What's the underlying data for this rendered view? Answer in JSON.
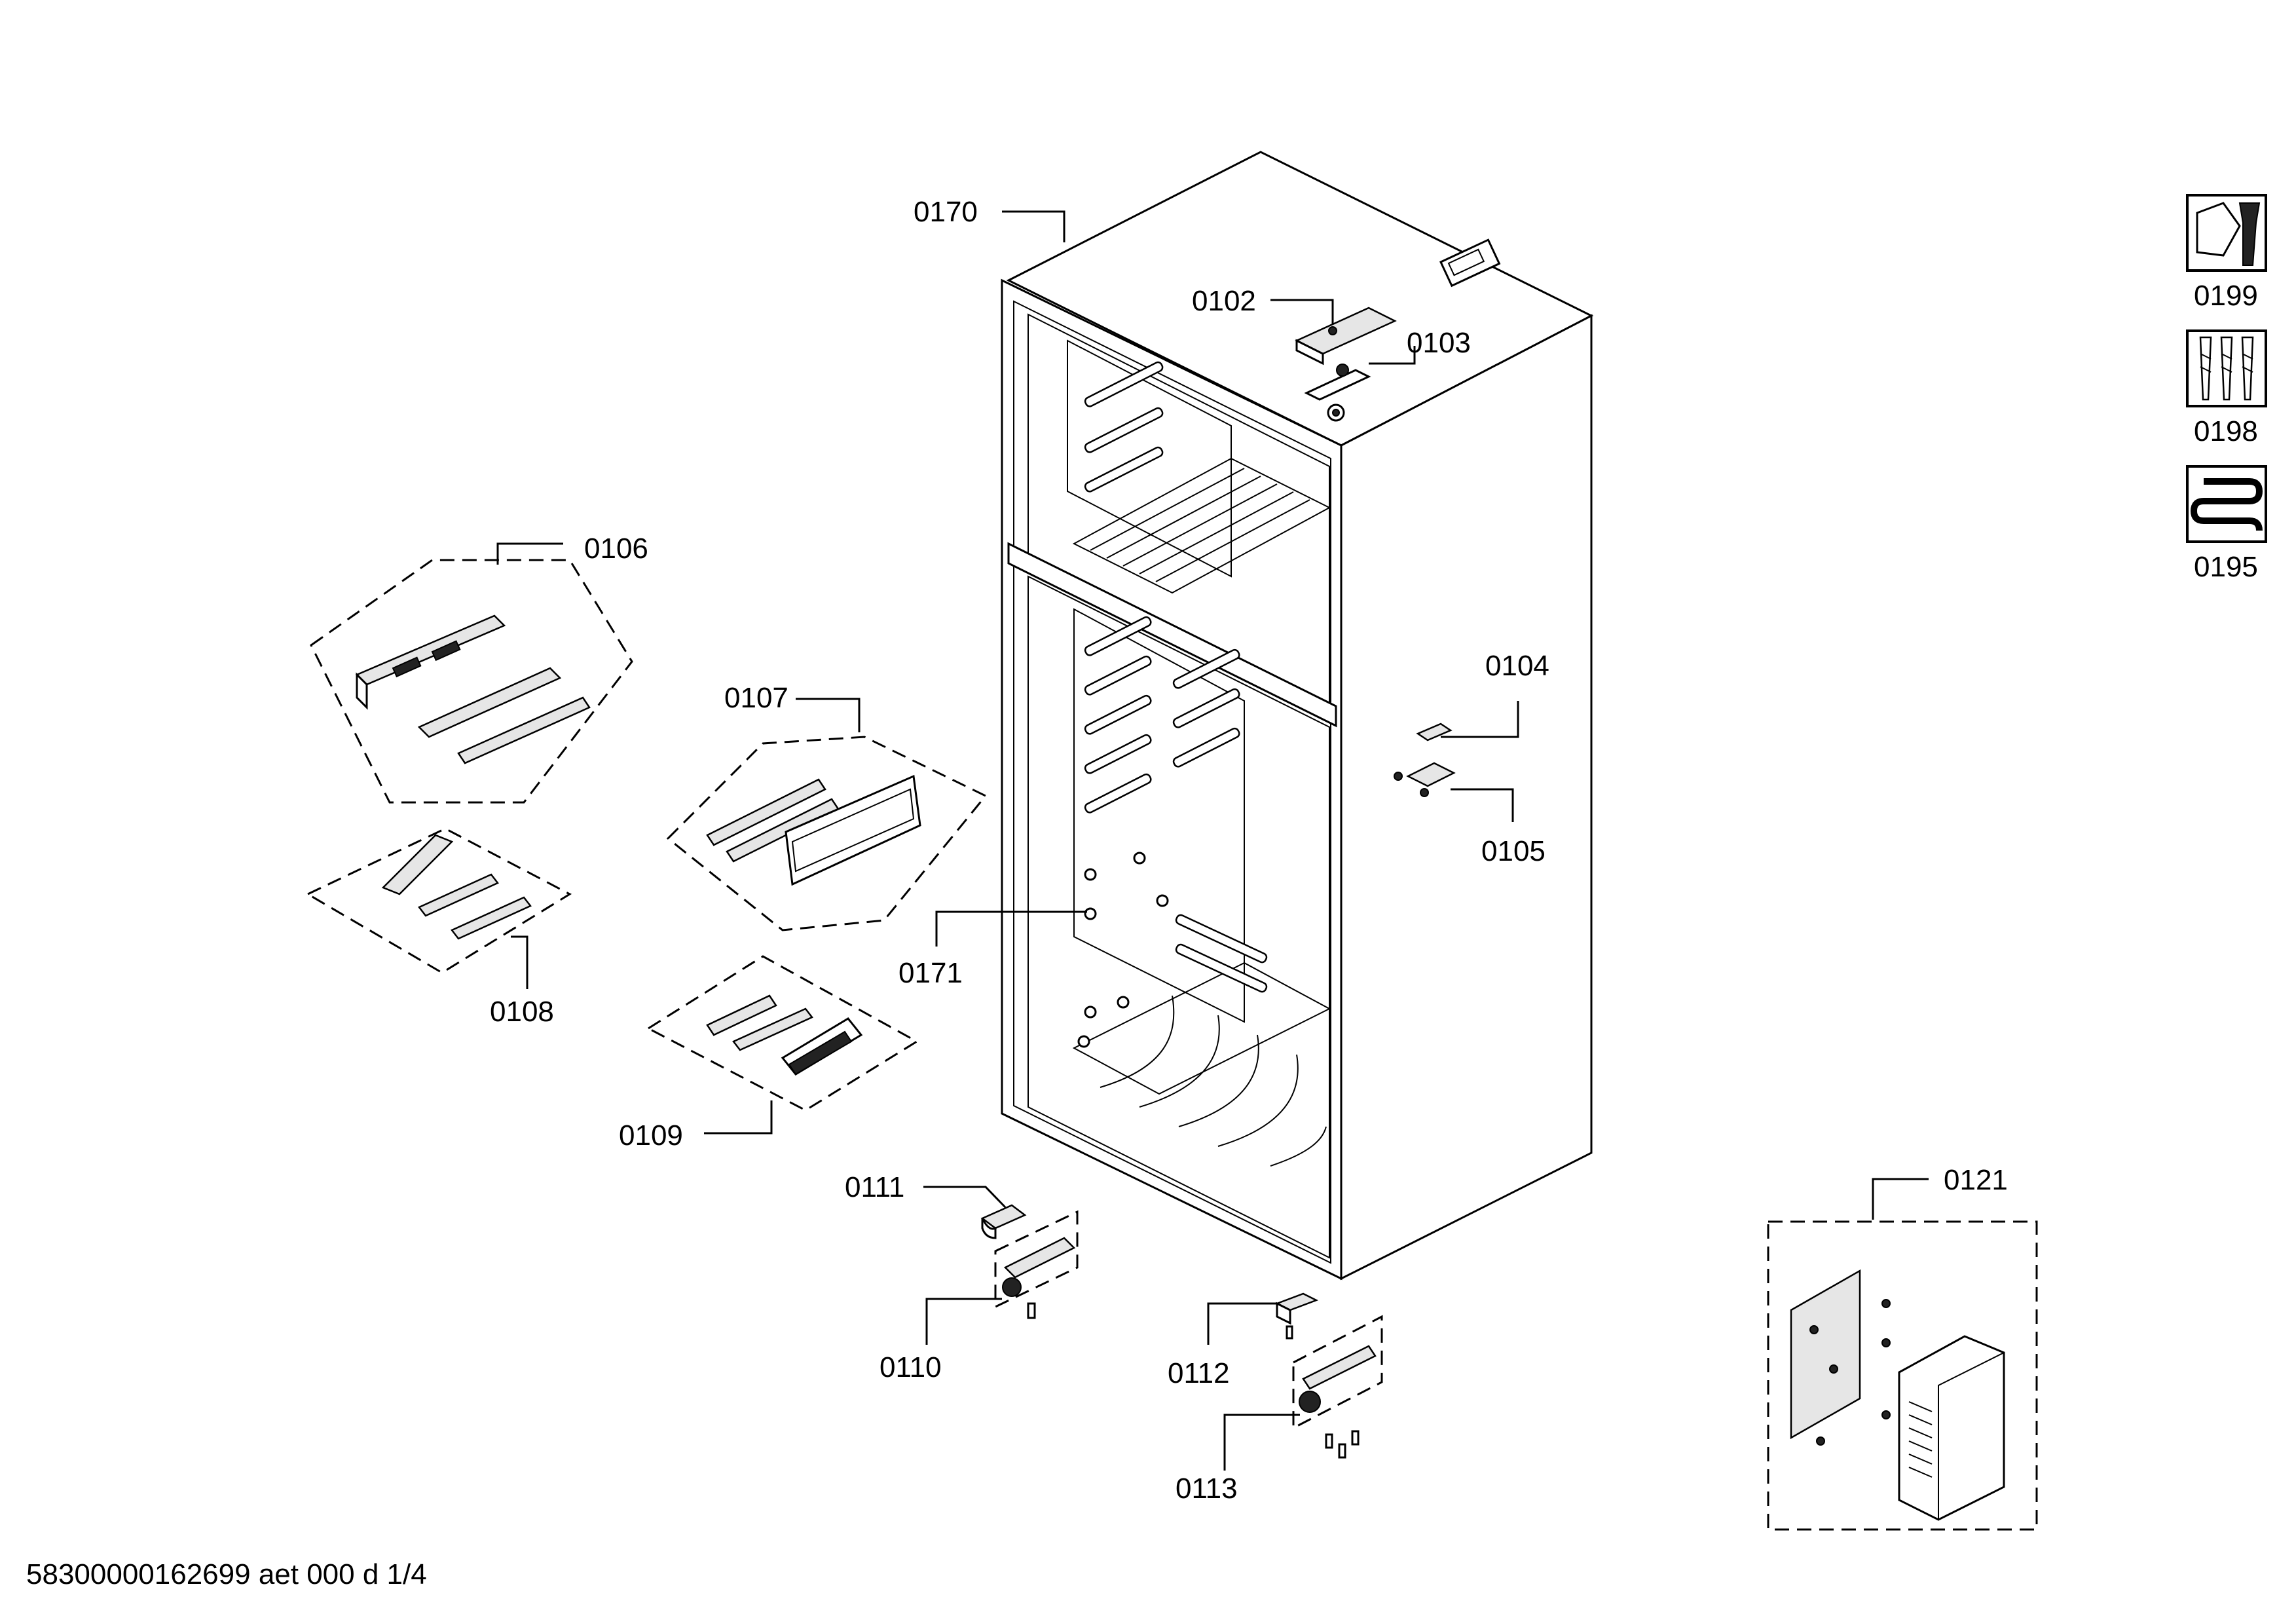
{
  "labels": {
    "p0170": "0170",
    "p0102": "0102",
    "p0103": "0103",
    "p0104": "0104",
    "p0105": "0105",
    "p0106": "0106",
    "p0107": "0107",
    "p0108": "0108",
    "p0109": "0109",
    "p0110": "0110",
    "p0111": "0111",
    "p0112": "0112",
    "p0113": "0113",
    "p0121": "0121",
    "p0171": "0171",
    "p0199": "0199",
    "p0198": "0198",
    "p0195": "0195"
  },
  "icons": {
    "p0199": "wrench-nut-icon",
    "p0198": "screws-icon",
    "p0195": "coil-icon"
  },
  "footer": {
    "document_id": "58300000162699 aet 000 d 1/4"
  }
}
